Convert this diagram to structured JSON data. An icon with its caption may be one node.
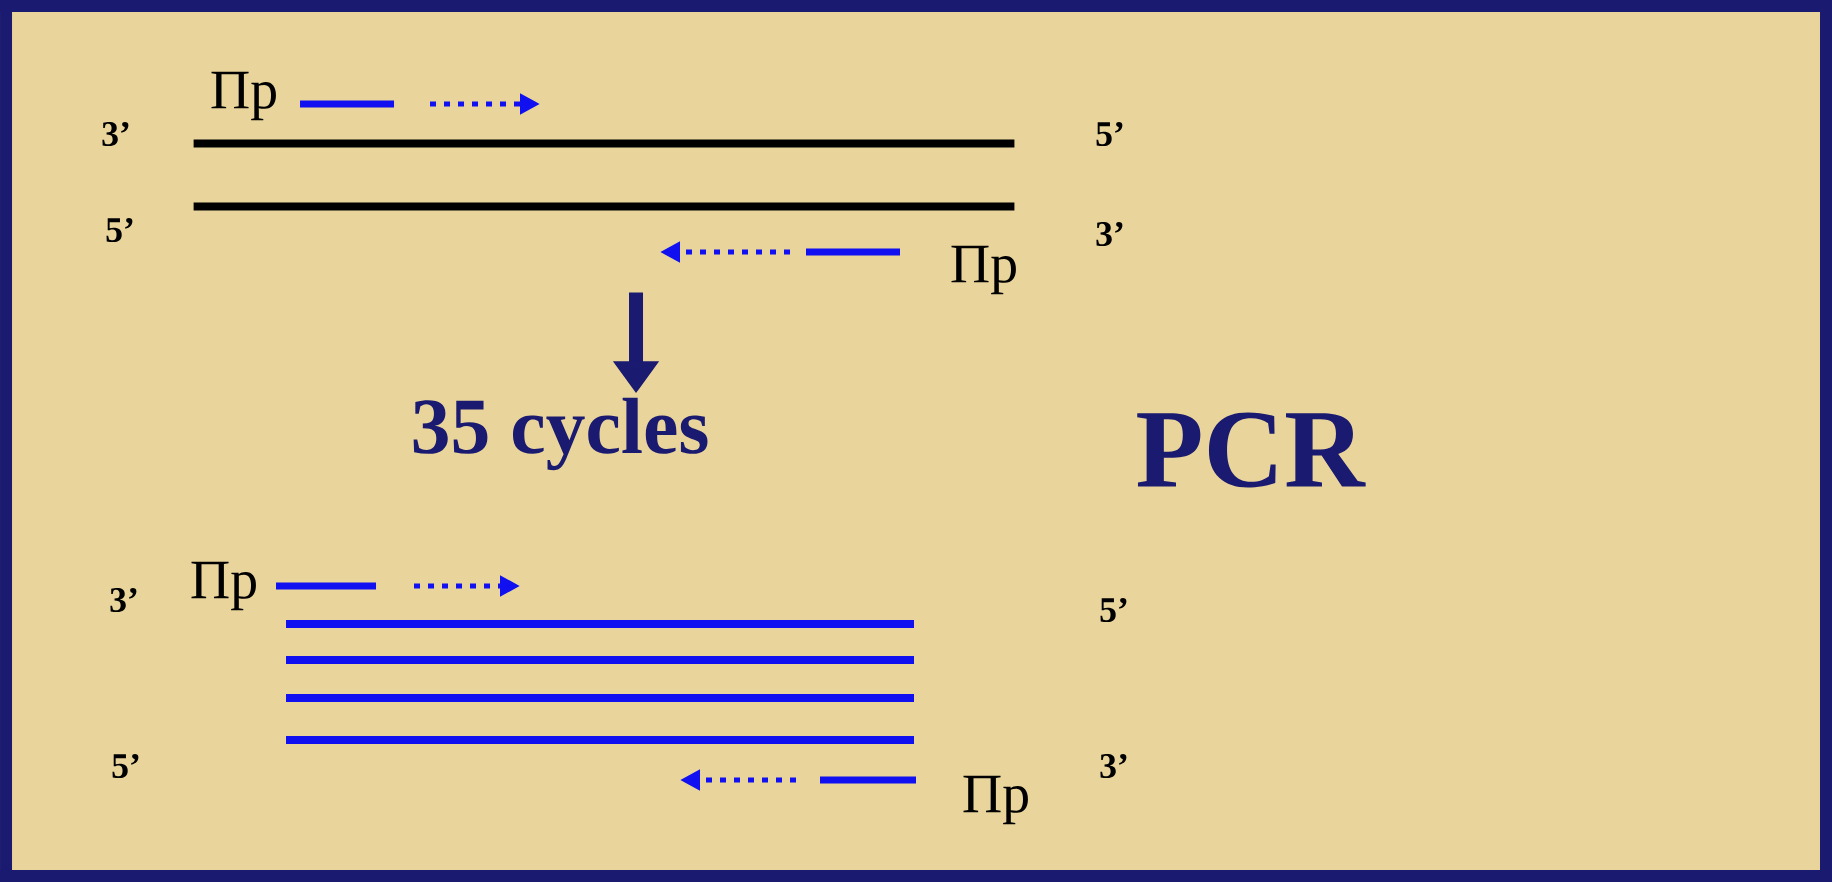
{
  "diagram": {
    "title": "PCR",
    "nodes": [
      {
        "text": [],
        "shape": "bar"
      },
      {
        "text": [
          "35 cycles"
        ]
      }
    ],
    "edges": [
      {
        "from": 0,
        "to": 1,
        "arrow": "to"
      }
    ],
    "labels": [
      "3’",
      "Пр",
      "5’",
      "5’",
      "3’",
      "Пр",
      "3’",
      "Пр",
      "5’",
      "5’",
      "Пр",
      "3’"
    ]
  }
}
